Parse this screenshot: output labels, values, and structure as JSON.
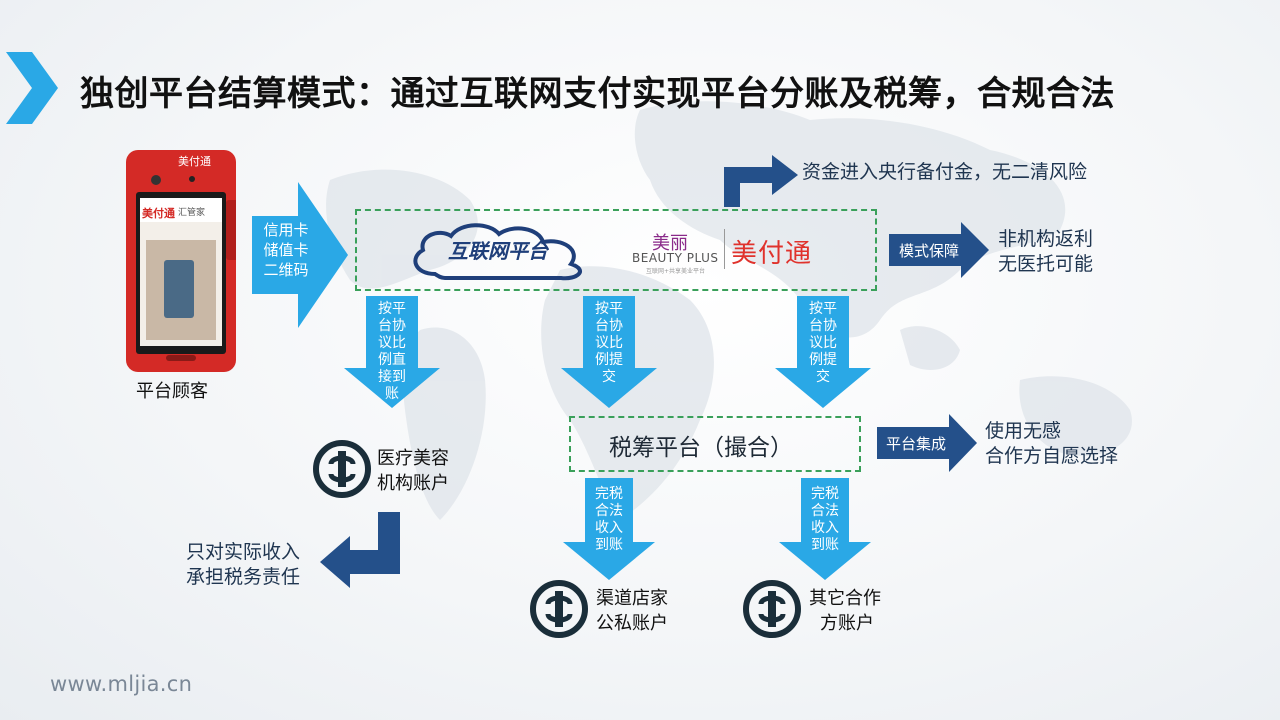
{
  "title": "独创平台结算模式：通过互联网支付实现平台分账及税筹，合规合法",
  "device": {
    "brand": "美付通",
    "screen_brand": "美付通",
    "screen_subtitle": "汇管家",
    "caption": "平台顾客"
  },
  "payment_arrow": {
    "lines": [
      "信用卡",
      "储值卡",
      "二维码"
    ]
  },
  "platform": {
    "cloud_label": "互联网平台",
    "beauty_brand": "美丽",
    "beauty_sub": "BEAUTY PLUS",
    "beauty_tagline": "互联网+共享美业平台",
    "pay_brand": "美付通"
  },
  "fund_note": "资金进入央行备付金，无二清风险",
  "mode_guarantee": {
    "arrow_label": "模式保障",
    "lines": [
      "非机构返利",
      "无医托可能"
    ]
  },
  "down_arrows": {
    "left": "按平台协议比例直接到账",
    "middle": "按平台协议比例提交",
    "right": "按平台协议比例提交"
  },
  "medical_account": {
    "lines": [
      "医疗美容",
      "机构账户"
    ]
  },
  "tax_platform": {
    "label": "税筹平台（撮合）"
  },
  "platform_integration": {
    "arrow_label": "平台集成",
    "lines": [
      "使用无感",
      "合作方自愿选择"
    ]
  },
  "income_note": {
    "lines": [
      "只对实际收入",
      "承担税务责任"
    ]
  },
  "tax_arrows": {
    "left": "完税合法收入到账",
    "right": "完税合法收入到账"
  },
  "channel_account": {
    "lines": [
      "渠道店家",
      "公私账户"
    ]
  },
  "other_account": {
    "lines": [
      "其它合作",
      "方账户"
    ]
  },
  "footer": "www.mljia.cn",
  "colors": {
    "light_blue": "#2aa8e6",
    "dark_blue": "#24508a",
    "green_dash": "#3aa05a",
    "red_brand": "#e0322c"
  }
}
